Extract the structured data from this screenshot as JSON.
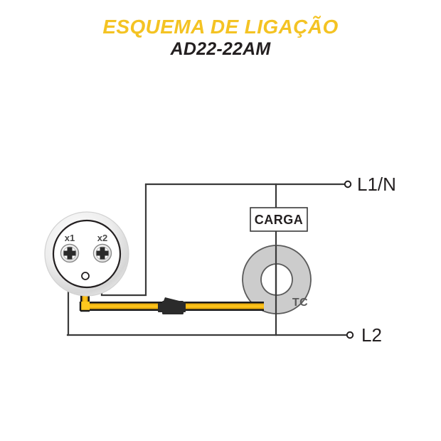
{
  "document": {
    "title_main": "ESQUEMA DE LIGAÇÃO",
    "title_sub": "AD22-22AM",
    "background_color": "#ffffff"
  },
  "colors": {
    "title_accent": "#F4C323",
    "text_dark": "#231f20",
    "wire_black": "#3a3a3a",
    "cable_yellow": "#F5B800",
    "cable_yellow_edge": "#1a1a1a",
    "toroid_fill": "#cccccc",
    "toroid_stroke": "#5a5a5a",
    "bezel_fill": "#e8e8e8",
    "label_gray": "#5a5a5a"
  },
  "diagram": {
    "device": {
      "name": "AD22-22AM",
      "terminals": [
        {
          "id": "x1",
          "label": "x1"
        },
        {
          "id": "x2",
          "label": "x2"
        }
      ],
      "cable_port_label": ""
    },
    "load_box": {
      "label": "CARGA"
    },
    "current_transformer": {
      "label": "TC"
    },
    "supply_terminals": [
      {
        "id": "l1n",
        "label": "L1/N"
      },
      {
        "id": "l2",
        "label": "L2"
      }
    ],
    "connector": {
      "type": "rj-plug"
    }
  },
  "chart_data": {
    "type": "table",
    "title": "ESQUEMA DE LIGAÇÃO AD22-22AM",
    "categories": [
      "x1",
      "x2",
      "CARGA",
      "TC",
      "L1/N",
      "L2"
    ],
    "values": []
  }
}
